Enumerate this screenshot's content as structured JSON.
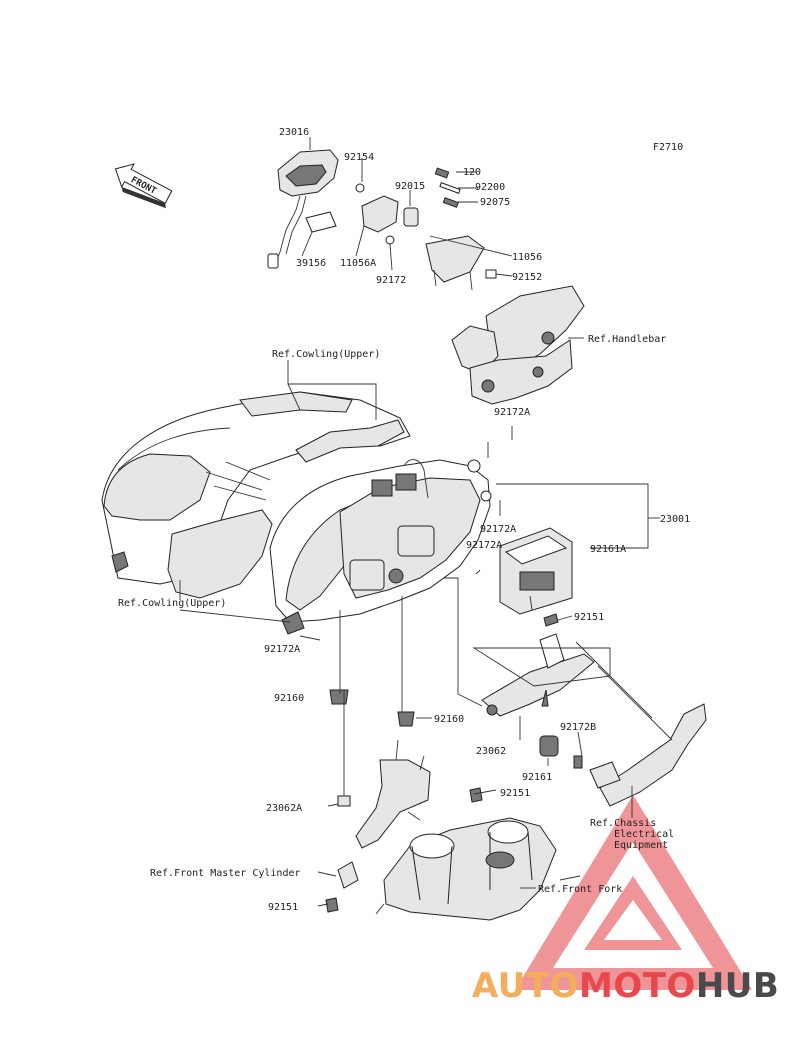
{
  "diagram_code": "F2710",
  "front_label": "FRONT",
  "labels": {
    "p23016": "23016",
    "p92154": "92154",
    "p92015": "92015",
    "p120": "120",
    "p92200": "92200",
    "p92075": "92075",
    "p39156": "39156",
    "p11056A": "11056A",
    "p92172_top": "92172",
    "p11056": "11056",
    "p92152": "92152",
    "ref_handlebar": "Ref.Handlebar",
    "ref_cowling_upper_top": "Ref.Cowling(Upper)",
    "p92172A_a": "92172A",
    "p92172A_b": "92172A",
    "p92172A_c": "92172A",
    "p23001": "23001",
    "p92161A": "92161A",
    "ref_cowling_upper_left": "Ref.Cowling(Upper)",
    "p92151_a": "92151",
    "p92172A_d": "92172A",
    "p92160_a": "92160",
    "p92160_b": "92160",
    "p23062": "23062",
    "p92172B": "92172B",
    "p92161": "92161",
    "p92151_b": "92151",
    "p23062A": "23062A",
    "ref_chassis_1": "Ref.Chassis",
    "ref_chassis_2": "Electrical",
    "ref_chassis_3": "Equipment",
    "ref_front_master": "Ref.Front Master Cylinder",
    "ref_front_fork": "Ref.Front Fork",
    "p92151_c": "92151"
  },
  "watermark": {
    "part1": "AUTO",
    "part2": "MOTO",
    "part3": "HUB",
    "colors": {
      "orange": "#f3ad5c",
      "red": "#e8484d",
      "gray": "#4a4a4a"
    }
  }
}
